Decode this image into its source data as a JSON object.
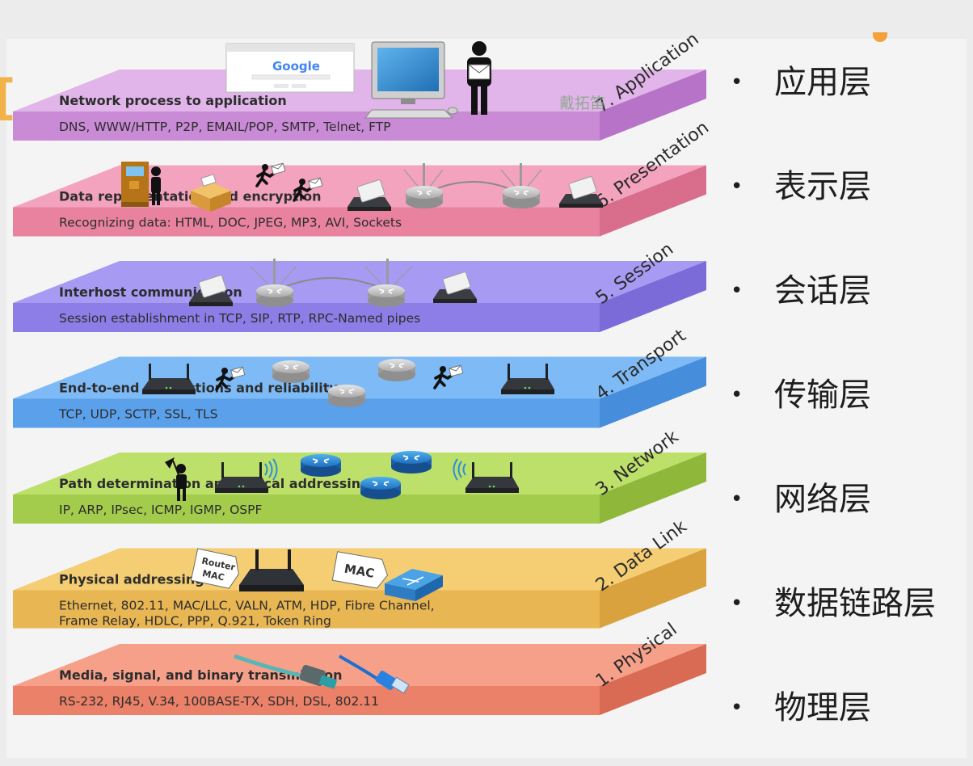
{
  "watermark": "戴拓笛",
  "layers": [
    {
      "id": 7,
      "name": "7. Application",
      "desc": "Network process to application",
      "protocols": [
        "DNS, WWW/HTTP, P2P, EMAIL/POP, SMTP, Telnet, FTP"
      ],
      "top_color": "#e1b5e9",
      "band_color": "#c98ad6",
      "side_color": "#b773c8"
    },
    {
      "id": 6,
      "name": "6. Presentation",
      "desc": "Data representation and encryption",
      "protocols": [
        "Recognizing data: HTML, DOC, JPEG, MP3, AVI, Sockets"
      ],
      "top_color": "#f3a3bd",
      "band_color": "#e8829f",
      "side_color": "#d96d8c"
    },
    {
      "id": 5,
      "name": "5. Session",
      "desc": "Interhost communication",
      "protocols": [
        "Session establishment in TCP, SIP, RTP, RPC-Named pipes"
      ],
      "top_color": "#a79af3",
      "band_color": "#8c7ee6",
      "side_color": "#7a6bd8"
    },
    {
      "id": 4,
      "name": "4. Transport",
      "desc": "End-to-end connections and reliability",
      "protocols": [
        "TCP, UDP, SCTP, SSL, TLS"
      ],
      "top_color": "#7dbaf6",
      "band_color": "#5aa0ea",
      "side_color": "#468ddb"
    },
    {
      "id": 3,
      "name": "3. Network",
      "desc": "Path determination and logical addressing",
      "protocols": [
        "IP, ARP, IPsec, ICMP, IGMP, OSPF"
      ],
      "top_color": "#bde06b",
      "band_color": "#a3cb4c",
      "side_color": "#8fb83a"
    },
    {
      "id": 2,
      "name": "2. Data Link",
      "desc": "Physical addressing",
      "protocols": [
        "Ethernet, 802.11, MAC/LLC, VALN, ATM, HDP, Fibre Channel,",
        "Frame Relay, HDLC,  PPP, Q.921, Token Ring"
      ],
      "top_color": "#f5cd72",
      "band_color": "#e8b653",
      "side_color": "#d9a23e"
    },
    {
      "id": 1,
      "name": "1. Physical",
      "desc": "Media, signal, and binary transmission",
      "protocols": [
        "RS-232, RJ45, V.34, 100BASE-TX, SDH, DSL, 802.11"
      ],
      "top_color": "#f6a08a",
      "band_color": "#ea8168",
      "side_color": "#d96b54"
    }
  ],
  "chinese_labels": [
    "应用层",
    "表示层",
    "会话层",
    "传输层",
    "网络层",
    "数据链路层",
    "物理层"
  ],
  "bullet": "•",
  "illustration": {
    "google_text": "Google",
    "router_mac_tag": [
      "Router",
      "MAC"
    ],
    "mac_tag": "MAC",
    "icons": [
      "browser-window-icon",
      "desktop-computer-icon",
      "person-with-envelope-icon",
      "kiosk-icon",
      "person-icon",
      "parcel-box-icon",
      "running-courier-icon",
      "wireless-router-icon",
      "network-bridge-icon",
      "router-disc-icon",
      "signal-waves-icon",
      "person-with-flag-icon",
      "network-switch-icon",
      "fiber-cable-icon",
      "ethernet-cable-icon"
    ]
  }
}
